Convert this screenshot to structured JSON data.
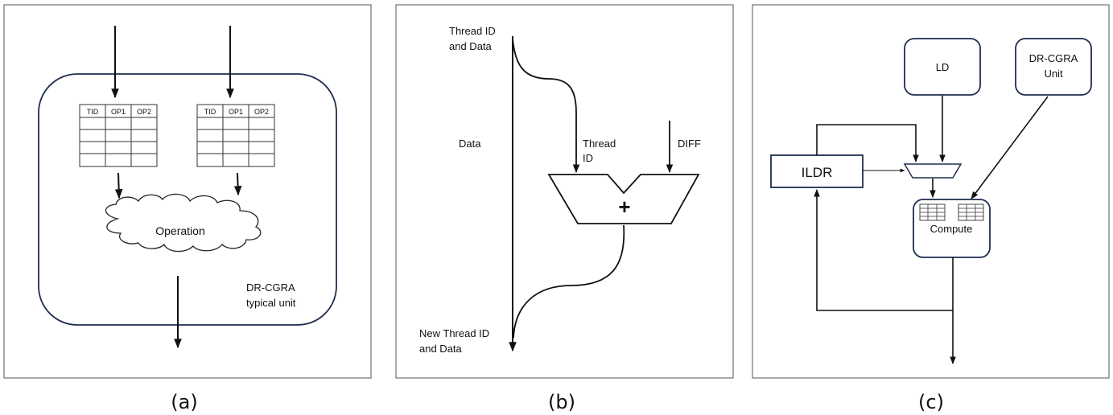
{
  "panel_a": {
    "table_left": {
      "headers": [
        "TID",
        "OP1",
        "OP2"
      ]
    },
    "table_right": {
      "headers": [
        "TID",
        "OP1",
        "OP2"
      ]
    },
    "operation_label": "Operation",
    "unit_label_line1": "DR-CGRA",
    "unit_label_line2": "typical unit",
    "caption": "(a)"
  },
  "panel_b": {
    "input_label_line1": "Thread ID",
    "input_label_line2": "and Data",
    "data_label": "Data",
    "thread_label_line1": "Thread",
    "thread_label_line2": "ID",
    "diff_label": "DIFF",
    "adder_symbol": "+",
    "output_label_line1": "New Thread ID",
    "output_label_line2": "and Data",
    "caption": "(b)"
  },
  "panel_c": {
    "ld_label": "LD",
    "dr_cgra_label_line1": "DR-CGRA",
    "dr_cgra_label_line2": "Unit",
    "ildr_label": "ILDR",
    "compute_label": "Compute",
    "caption": "(c)"
  },
  "colors": {
    "box_border": "#1f2d4d",
    "line": "#111111",
    "frame": "#555555"
  }
}
